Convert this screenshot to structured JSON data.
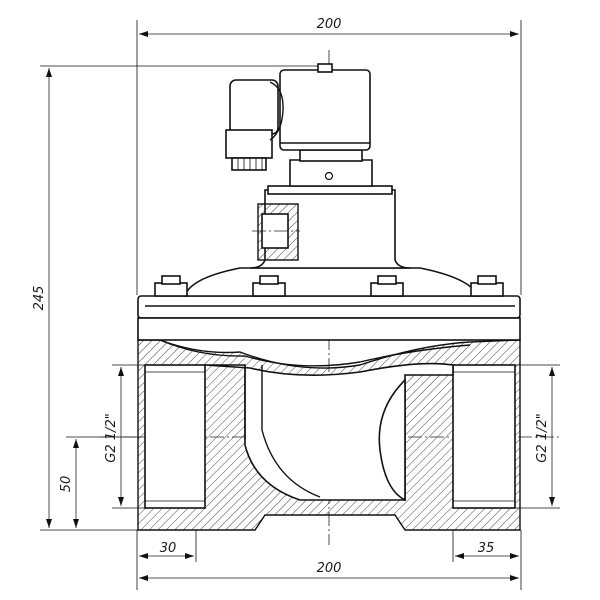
{
  "drawing": {
    "top_width": "200",
    "bottom_width": "200",
    "height_total": "245",
    "height_port_center": "50",
    "port_left_thread": "G2 1/2\"",
    "port_right_thread": "G2 1/2\"",
    "left_port_depth": "30",
    "right_port_depth": "35"
  }
}
